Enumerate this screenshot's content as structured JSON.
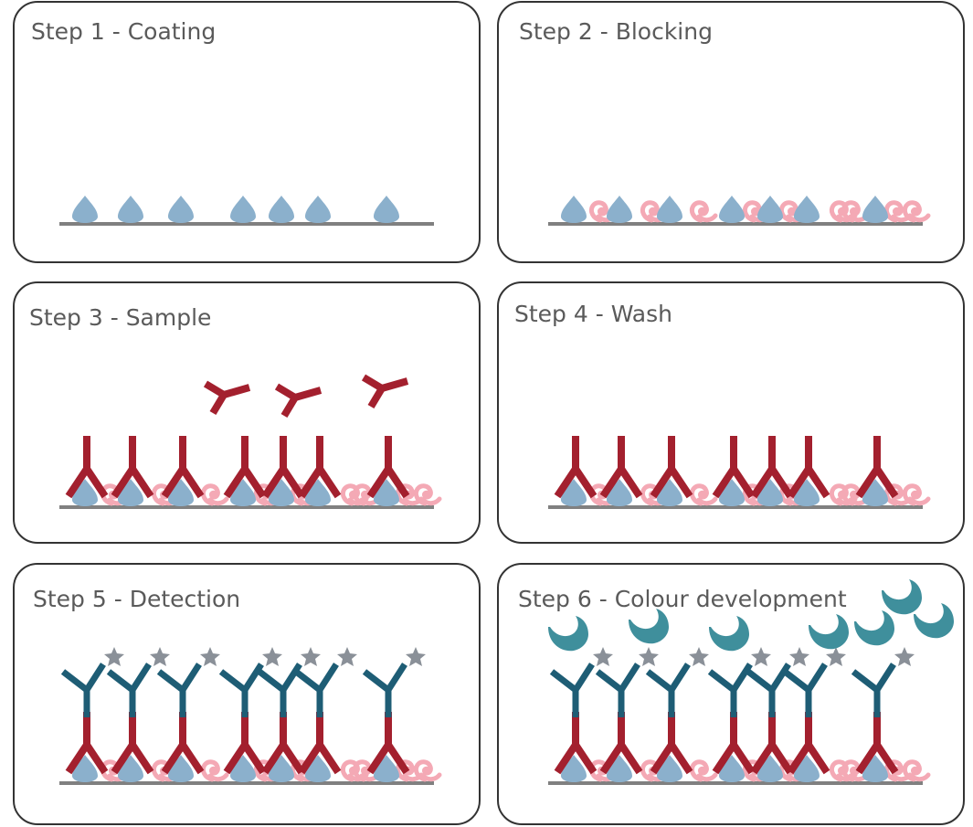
{
  "panels": [
    {
      "id": "coating",
      "title": "Step 1 - Coating"
    },
    {
      "id": "blocking",
      "title": "Step 2 - Blocking"
    },
    {
      "id": "sample",
      "title": "Step 3 - Sample"
    },
    {
      "id": "wash",
      "title": "Step 4 - Wash"
    },
    {
      "id": "detection",
      "title": "Step 5 - Detection"
    },
    {
      "id": "colour",
      "title": "Step 6 - Colour development"
    }
  ],
  "colors": {
    "antigen": "#8bb0cc",
    "blocking_protein": "#f4a9b5",
    "capture_antibody": "#a3202e",
    "detection_antibody": "#1e5d75",
    "enzyme_label": "#8a9098",
    "substrate": "#3f8f9c",
    "surface": "#808080",
    "panel_border": "#333333"
  },
  "icons": [
    "antigen-drop-icon",
    "blocking-protein-icon",
    "antibody-icon",
    "star-label-icon",
    "crescent-substrate-icon"
  ]
}
